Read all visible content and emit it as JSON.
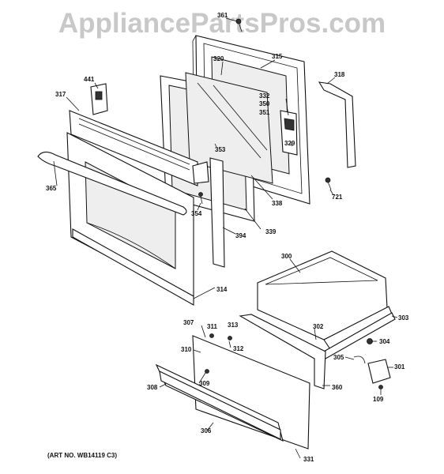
{
  "watermark": "AppliancePartsPros.com",
  "art_number": "(ART NO. WB14119 C3)",
  "callouts": {
    "c361": "361",
    "c320": "320",
    "c315": "315",
    "c318": "318",
    "c441": "441",
    "c317": "317",
    "c332": "332",
    "c350": "350",
    "c351": "351",
    "c329": "329",
    "c353": "353",
    "c721": "721",
    "c365": "365",
    "c338": "338",
    "c354": "354",
    "c339": "339",
    "c394": "394",
    "c300": "300",
    "c314": "314",
    "c303": "303",
    "c307": "307",
    "c311": "311",
    "c313": "313",
    "c302": "302",
    "c304": "304",
    "c312": "312",
    "c310": "310",
    "c305": "305",
    "c301": "301",
    "c309": "309",
    "c308": "308",
    "c360": "360",
    "c109": "109",
    "c306": "306",
    "c331": "331"
  }
}
